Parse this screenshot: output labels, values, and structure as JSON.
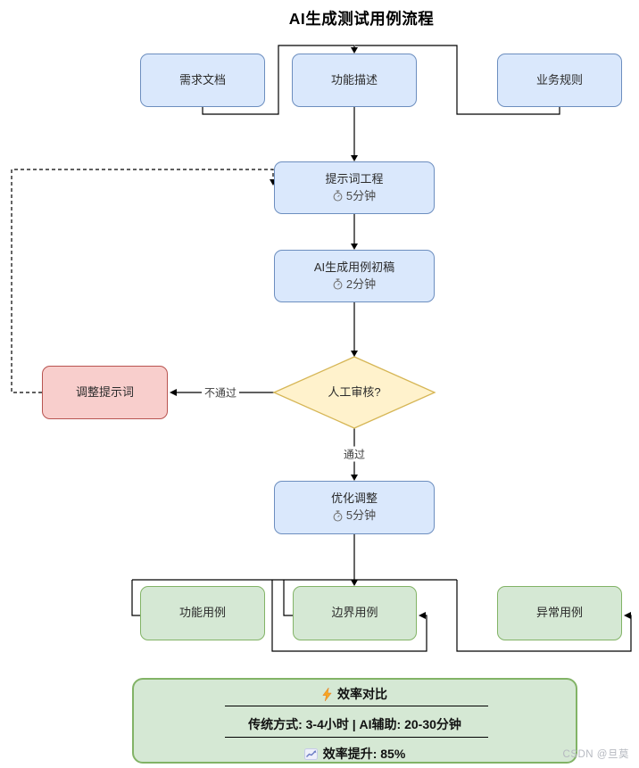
{
  "title": "AI生成测试用例流程",
  "nodes": {
    "requirements": {
      "label": "需求文档"
    },
    "feature": {
      "label": "功能描述"
    },
    "rules": {
      "label": "业务规则"
    },
    "prompt": {
      "label": "提示词工程",
      "time": "5分钟",
      "time_icon": "stopwatch"
    },
    "draft": {
      "label": "AI生成用例初稿",
      "time": "2分钟",
      "time_icon": "stopwatch"
    },
    "review": {
      "label": "人工审核?"
    },
    "adjust": {
      "label": "调整提示词"
    },
    "optimize": {
      "label": "优化调整",
      "time": "5分钟",
      "time_icon": "stopwatch"
    },
    "case_functional": {
      "label": "功能用例"
    },
    "case_boundary": {
      "label": "边界用例"
    },
    "case_exception": {
      "label": "异常用例"
    }
  },
  "edges": {
    "pass_label": "通过",
    "fail_label": "不通过"
  },
  "summary": {
    "title": "效率对比",
    "title_icon": "lightning-bolt",
    "comparison": "传统方式: 3-4小时 | AI辅助: 20-30分钟",
    "result": "效率提升: 85%",
    "result_icon": "chart-increasing"
  },
  "watermark": "CSDN @旦莫",
  "colors": {
    "process_fill": "#dae8fc",
    "process_border": "#6c8ebf",
    "decision_fill": "#fff2cc",
    "decision_border": "#d6b656",
    "warning_fill": "#f8cecc",
    "warning_border": "#b85450",
    "output_fill": "#d5e8d4",
    "output_border": "#82b366",
    "connector": "#000000"
  }
}
